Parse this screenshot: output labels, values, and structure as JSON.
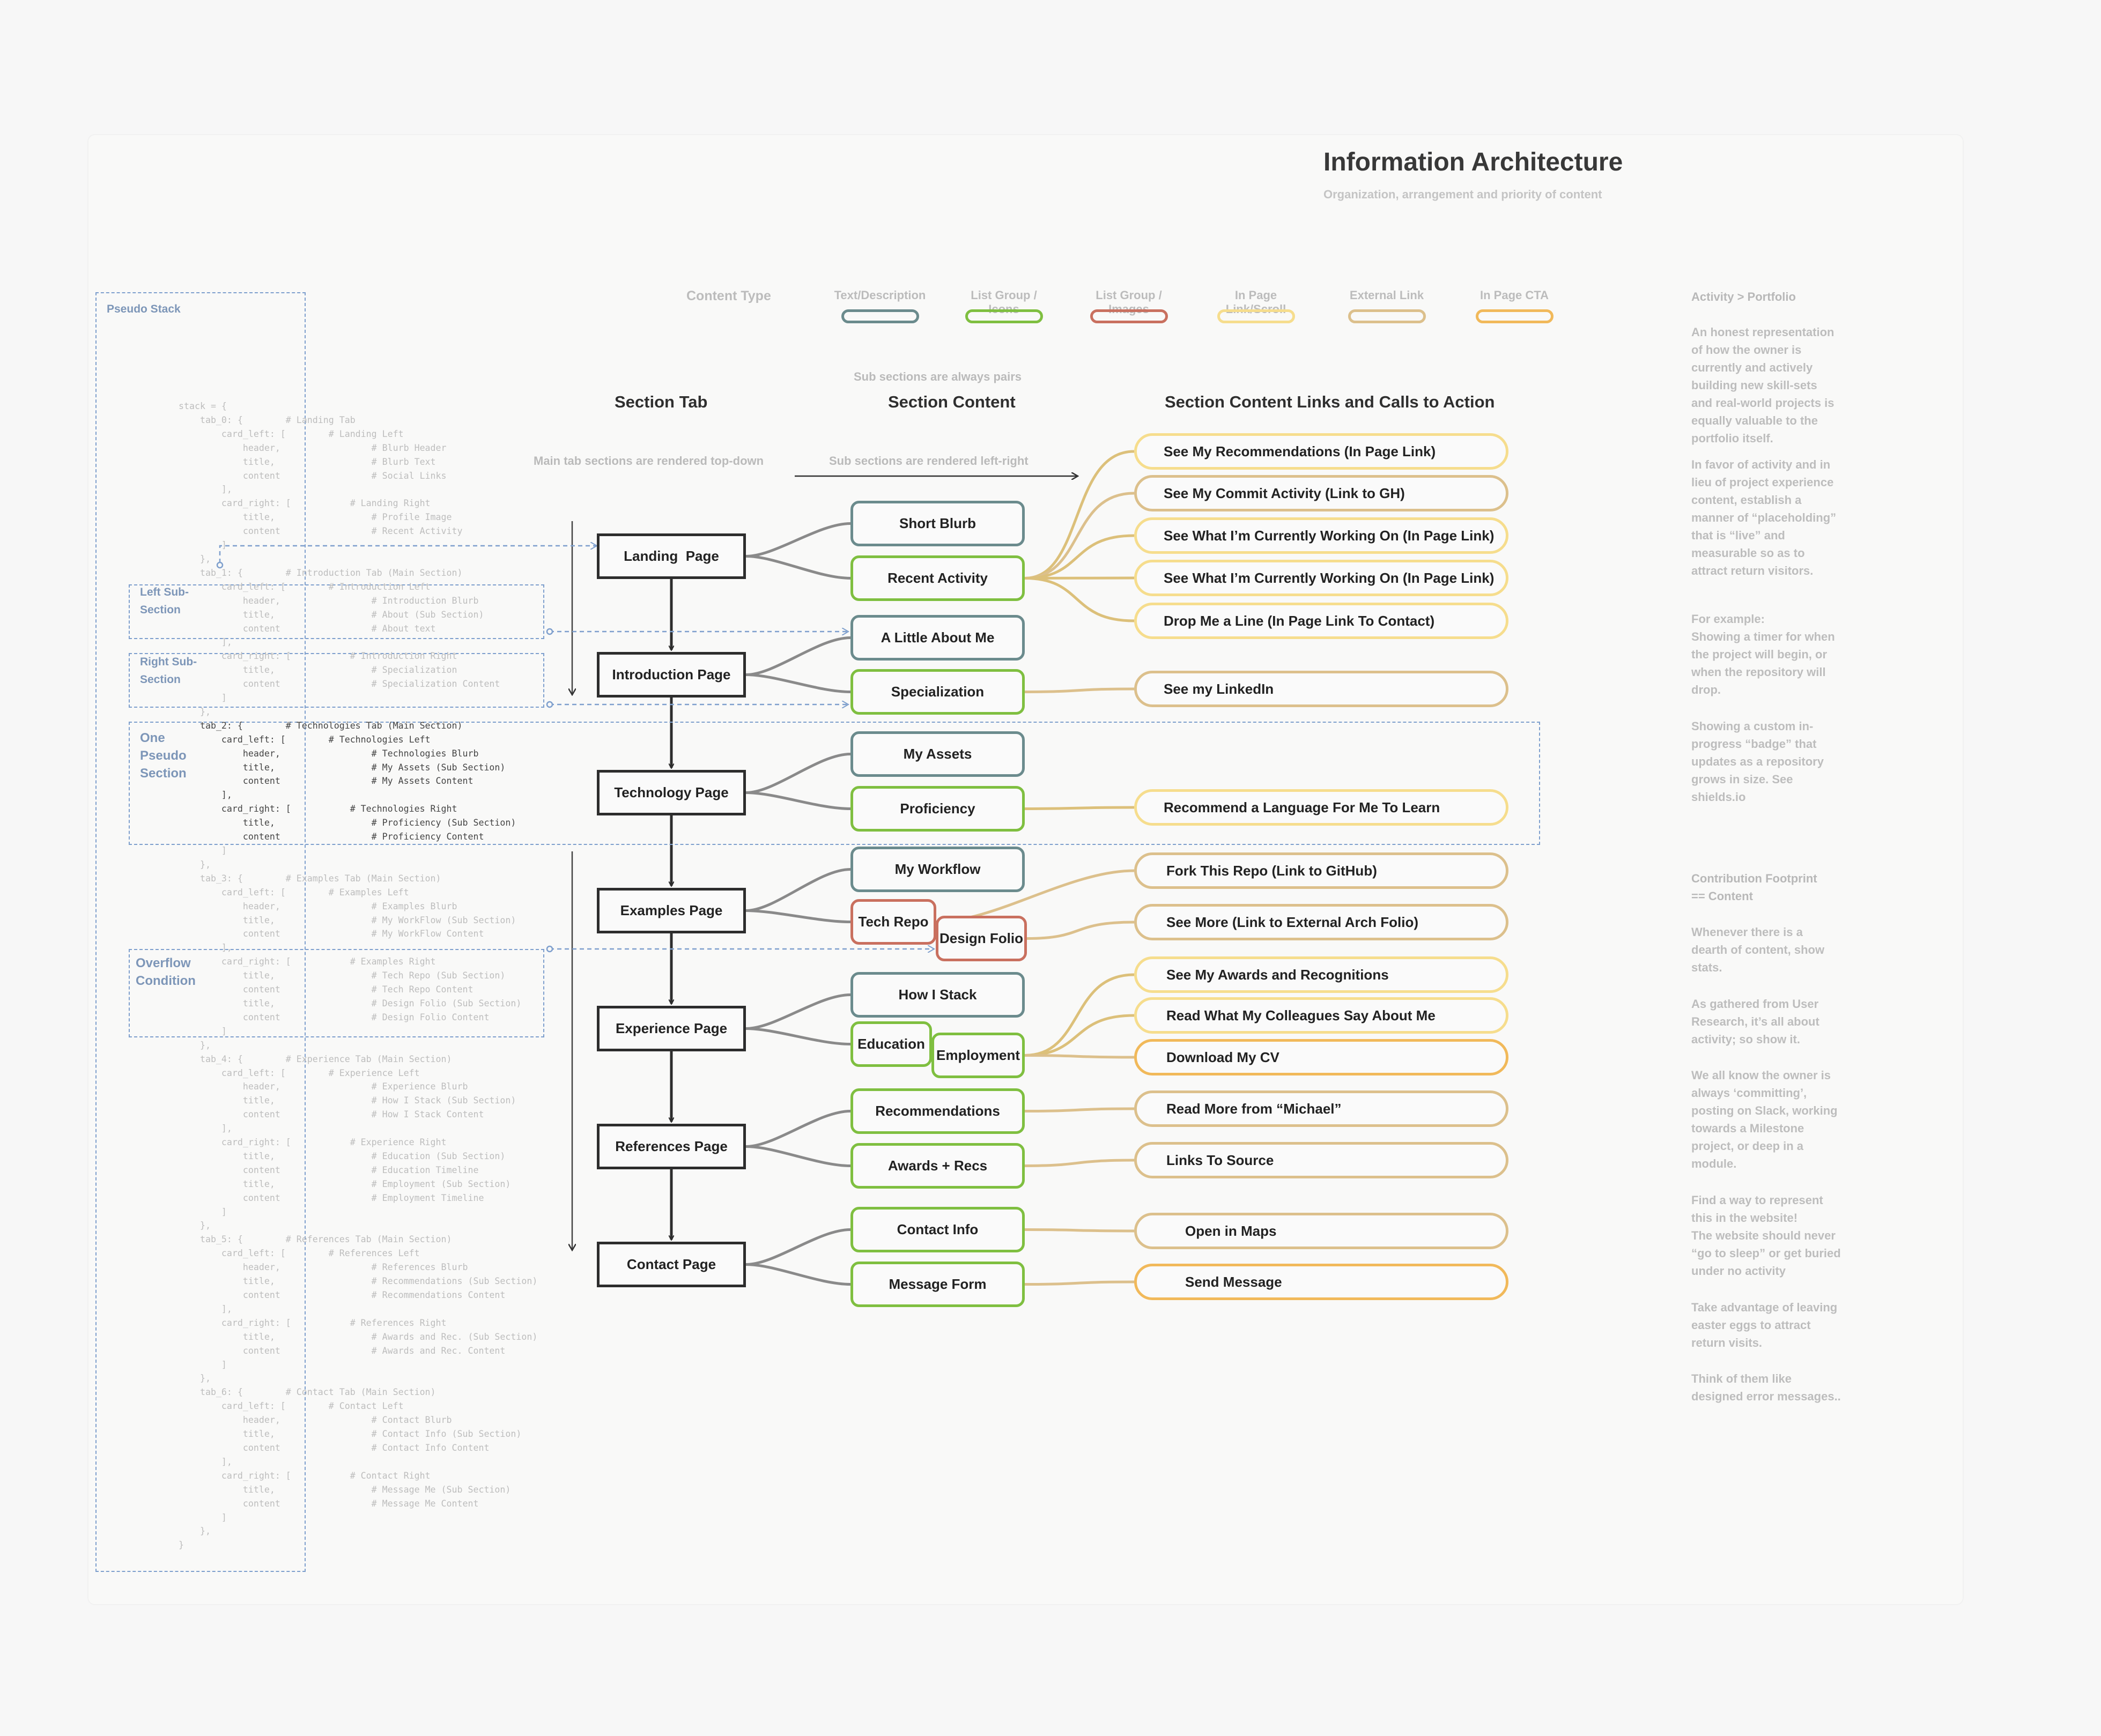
{
  "header": {
    "title": "Information Architecture",
    "subtitle": "Organization, arrangement and priority of content"
  },
  "legend": {
    "label": "Content Type",
    "items": [
      {
        "label": "Text/Description",
        "color": "#6b8b8d"
      },
      {
        "label": "List Group / Icons",
        "color": "#7fbf40"
      },
      {
        "label": "List Group / Images",
        "color": "#c9705f"
      },
      {
        "label": "In Page Link/Scroll",
        "color": "#f6dd8d"
      },
      {
        "label": "External Link",
        "color": "#dcc08c"
      },
      {
        "label": "In Page CTA",
        "color": "#f1b95a"
      }
    ]
  },
  "columns": {
    "section_tab": "Section Tab",
    "section_content": "Section Content",
    "links": "Section Content Links and Calls to Action",
    "note_pairs": "Sub sections are always pairs",
    "note_topdown": "Main tab sections are rendered top-down",
    "note_leftright": "Sub sections are rendered left-right"
  },
  "colors": {
    "text": "#6b8b8d",
    "icons": "#7fbf40",
    "images": "#c9705f",
    "inpage": "#f6dd8d",
    "external": "#dcc08c",
    "cta": "#f1b95a",
    "dashed": "#7e9fcd"
  },
  "tabs": [
    {
      "label": "Landing  Page"
    },
    {
      "label": "Introduction Page"
    },
    {
      "label": "Technology Page"
    },
    {
      "label": "Examples Page"
    },
    {
      "label": "Experience Page"
    },
    {
      "label": "References Page"
    },
    {
      "label": "Contact Page"
    }
  ],
  "subsections": [
    {
      "label": "Short Blurb",
      "type": "text"
    },
    {
      "label": "Recent Activity",
      "type": "icons"
    },
    {
      "label": "A Little About Me",
      "type": "text"
    },
    {
      "label": "Specialization",
      "type": "icons"
    },
    {
      "label": "My Assets",
      "type": "text"
    },
    {
      "label": "Proficiency",
      "type": "icons"
    },
    {
      "label": "My Workflow",
      "type": "text"
    },
    {
      "label": "Tech Repo",
      "type": "images"
    },
    {
      "label": "Design Folio",
      "type": "images"
    },
    {
      "label": "How I Stack",
      "type": "text"
    },
    {
      "label": "Education",
      "type": "icons"
    },
    {
      "label": "Employment",
      "type": "icons"
    },
    {
      "label": "Recommendations",
      "type": "icons"
    },
    {
      "label": "Awards + Recs",
      "type": "icons"
    },
    {
      "label": "Contact Info",
      "type": "icons"
    },
    {
      "label": "Message Form",
      "type": "icons"
    }
  ],
  "links": [
    {
      "label": "See My Recommendations (In Page Link)",
      "type": "inpage"
    },
    {
      "label": "See My Commit Activity (Link to GH)",
      "type": "external"
    },
    {
      "label": "See What I’m Currently Working On (In Page Link)",
      "type": "inpage"
    },
    {
      "label": "See What I’m Currently Working On (In Page Link)",
      "type": "inpage"
    },
    {
      "label": "Drop Me a Line (In Page Link To Contact)",
      "type": "inpage"
    },
    {
      "label": "See my LinkedIn",
      "type": "external"
    },
    {
      "label": "Recommend a Language For Me To Learn",
      "type": "inpage"
    },
    {
      "label": "Fork This Repo (Link to GitHub)",
      "type": "external"
    },
    {
      "label": "See More (Link to External Arch Folio)",
      "type": "external"
    },
    {
      "label": "See My Awards and Recognitions",
      "type": "inpage"
    },
    {
      "label": "Read What My Colleagues Say About Me",
      "type": "inpage"
    },
    {
      "label": "Download My CV",
      "type": "cta"
    },
    {
      "label": "Read More from “Michael”",
      "type": "external"
    },
    {
      "label": "Links To Source",
      "type": "external"
    },
    {
      "label": "Open in Maps",
      "type": "external"
    },
    {
      "label": "Send Message",
      "type": "cta"
    }
  ],
  "pseudo": {
    "stack_label": "Pseudo Stack",
    "left_sub": "Left Sub-\nSection",
    "right_sub": "Right Sub-\nSection",
    "one_pseudo": "One\nPseudo\nSection",
    "overflow": "Overflow\nCondition"
  },
  "code_lines": [
    "stack = {",
    "    tab_0: {        # Landing Tab",
    "        card_left: [        # Landing Left",
    "            header,                 # Blurb Header",
    "            title,                  # Blurb Text",
    "            content                 # Social Links",
    "        ],",
    "        card_right: [           # Landing Right",
    "            title,                  # Profile Image",
    "            content                 # Recent Activity",
    "        ]",
    "    },",
    "    tab_1: {        # Introduction Tab (Main Section)",
    "        card_left: [        # Introduction Left",
    "            header,                 # Introduction Blurb",
    "            title,                  # About (Sub Section)",
    "            content                 # About text",
    "        ],",
    "        card_right: [           # Introduction Right",
    "            title,                  # Specialization",
    "            content                 # Specialization Content",
    "        ]",
    "    },",
    "    tab_2: {        # Technologies Tab (Main Section)",
    "        card_left: [        # Technologies Left",
    "            header,                 # Technologies Blurb",
    "            title,                  # My Assets (Sub Section)",
    "            content                 # My Assets Content",
    "        ],",
    "        card_right: [           # Technologies Right",
    "            title,                  # Proficiency (Sub Section)",
    "            content                 # Proficiency Content",
    "        ]",
    "    },",
    "    tab_3: {        # Examples Tab (Main Section)",
    "        card_left: [        # Examples Left",
    "            header,                 # Examples Blurb",
    "            title,                  # My WorkFlow (Sub Section)",
    "            content                 # My WorkFlow Content",
    "        ],",
    "        card_right: [           # Examples Right",
    "            title,                  # Tech Repo (Sub Section)",
    "            content                 # Tech Repo Content",
    "            title,                  # Design Folio (Sub Section)",
    "            content                 # Design Folio Content",
    "        ]",
    "    },",
    "    tab_4: {        # Experience Tab (Main Section)",
    "        card_left: [        # Experience Left",
    "            header,                 # Experience Blurb",
    "            title,                  # How I Stack (Sub Section)",
    "            content                 # How I Stack Content",
    "        ],",
    "        card_right: [           # Experience Right",
    "            title,                  # Education (Sub Section)",
    "            content                 # Education Timeline",
    "            title,                  # Employment (Sub Section)",
    "            content                 # Employment Timeline",
    "        ]",
    "    },",
    "    tab_5: {        # References Tab (Main Section)",
    "        card_left: [        # References Left",
    "            header,                 # References Blurb",
    "            title,                  # Recommendations (Sub Section)",
    "            content                 # Recommendations Content",
    "        ],",
    "        card_right: [           # References Right",
    "            title,                  # Awards and Rec. (Sub Section)",
    "            content                 # Awards and Rec. Content",
    "        ]",
    "    },",
    "    tab_6: {        # Contact Tab (Main Section)",
    "        card_left: [        # Contact Left",
    "            header,                 # Contact Blurb",
    "            title,                  # Contact Info (Sub Section)",
    "            content                 # Contact Info Content",
    "        ],",
    "        card_right: [           # Contact Right",
    "            title,                  # Message Me (Sub Section)",
    "            content                 # Message Me Content",
    "        ]",
    "    },",
    "}"
  ],
  "sidebar": {
    "activity_title": "Activity > Portfolio",
    "activity_paragraphs": [
      "An honest representation\nof how the owner is\ncurrently and actively\nbuilding new skill-sets\nand real-world projects is\nequally valuable to the\nportfolio itself.",
      "In favor of activity and in\nlieu of project experience\ncontent, establish a\nmanner of “placeholding”\nthat is “live” and\nmeasurable so as to\nattract return visitors.",
      "For example:\nShowing a timer for when\nthe project will begin, or\nwhen the repository will\ndrop.",
      "Showing a custom in-\nprogress “badge” that\nupdates as a repository\ngrows in size. See\nshields.io"
    ],
    "contribution_title": "Contribution Footprint\n== Content",
    "contribution_paragraphs": [
      "Whenever there is a\ndearth of content, show\nstats.",
      "As gathered from User\nResearch, it’s all about\nactivity; so show it.",
      "We all know the owner is\nalways ‘committing’,\nposting on Slack, working\ntowards a Milestone\nproject, or deep in a\nmodule.",
      "Find a way to represent\nthis in the website!\n The website should never\n“go to sleep” or get buried\nunder no activity",
      "Take advantage of leaving\neaster eggs to attract\nreturn visits.",
      "Think of them like\ndesigned error messages.."
    ]
  }
}
